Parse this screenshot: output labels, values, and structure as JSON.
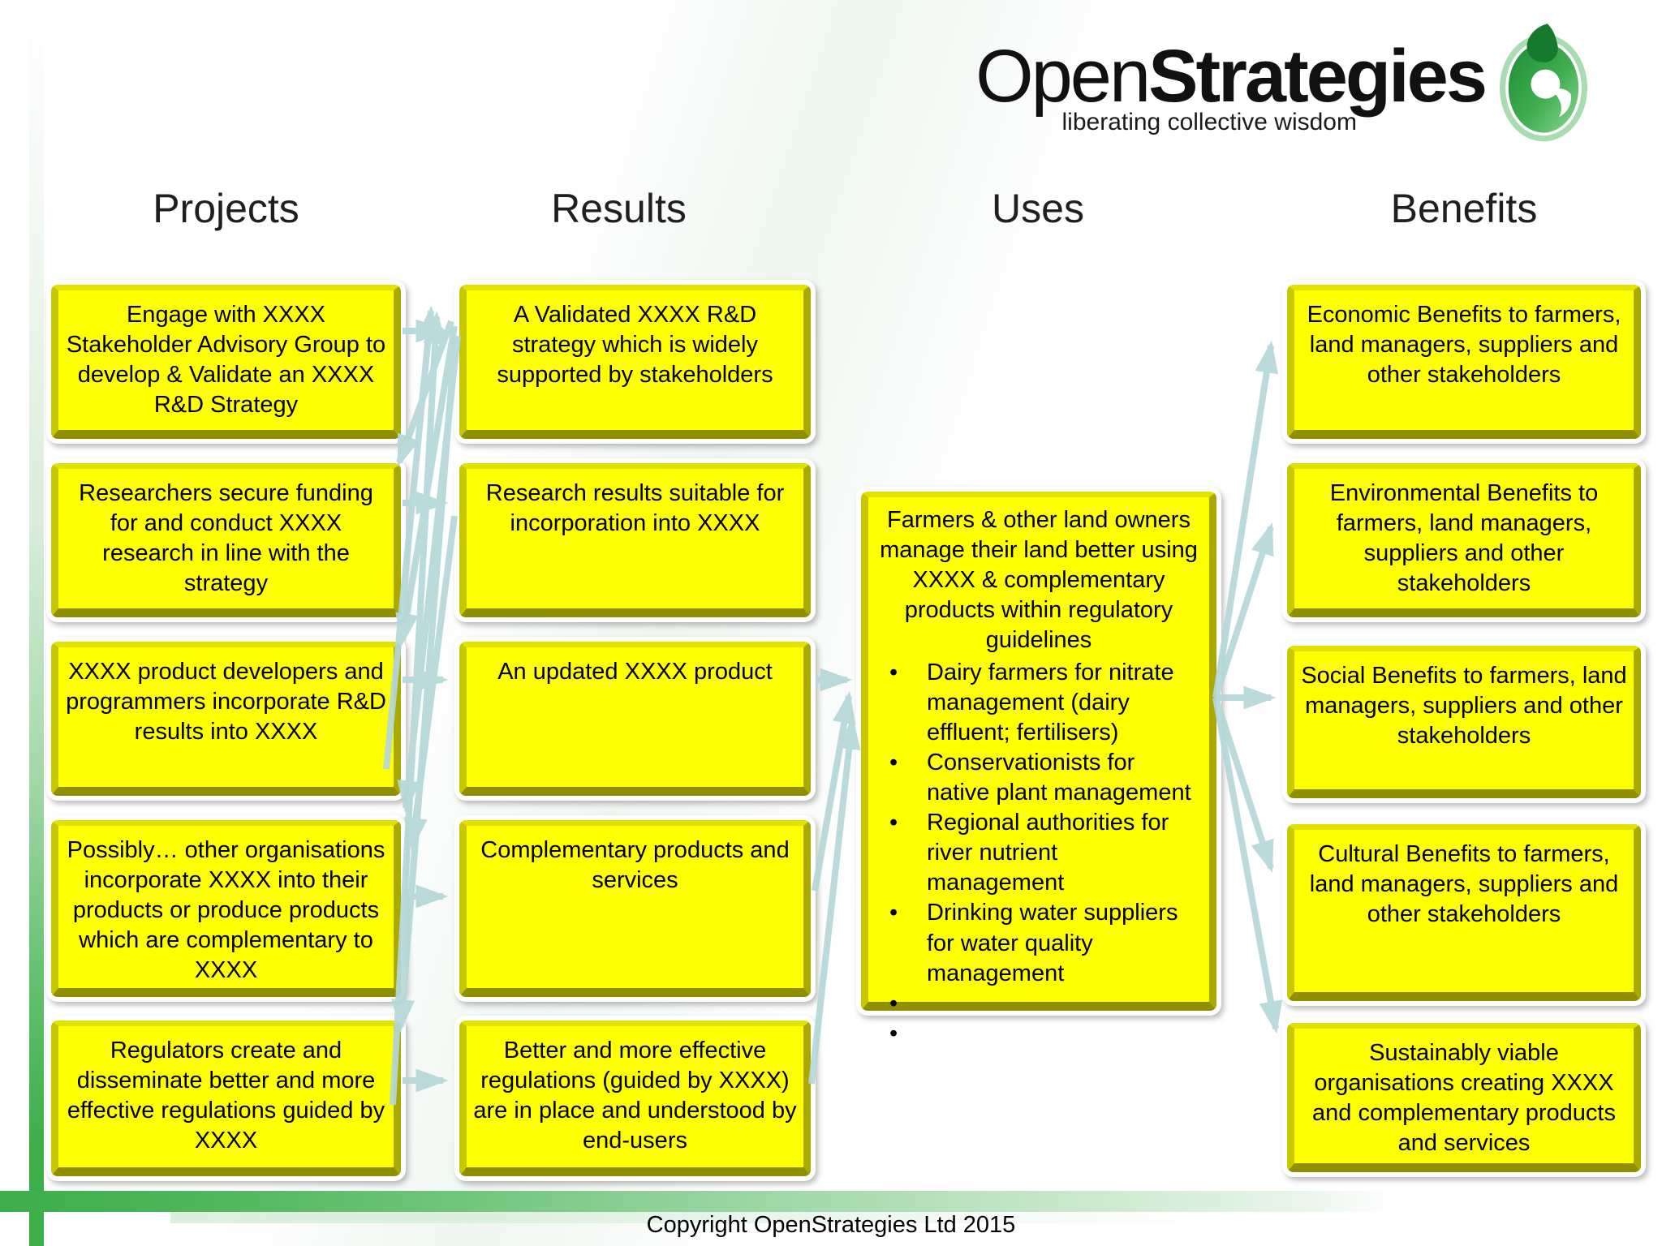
{
  "logo": {
    "word_regular": "Open",
    "word_bold": "Strategies",
    "tagline": "liberating collective wisdom"
  },
  "headers": [
    "Projects",
    "Results",
    "Uses",
    "Benefits"
  ],
  "projects": [
    "Engage with XXXX Stakeholder Advisory Group to develop & Validate an XXXX R&D Strategy",
    "Researchers secure funding for and conduct XXXX research in line with the strategy",
    "XXXX product developers and programmers incorporate R&D results into XXXX",
    "Possibly… other organisations incorporate XXXX into their products or produce products which are complementary to XXXX",
    "Regulators create and disseminate better and more effective regulations guided by XXXX"
  ],
  "results": [
    "A Validated XXXX R&D strategy which is widely supported by stakeholders",
    "Research results suitable for incorporation into XXXX",
    "An updated XXXX product",
    "Complementary products and services",
    "Better and more effective regulations (guided by XXXX) are in place and understood by end-users"
  ],
  "uses": {
    "intro": "Farmers & other land owners manage their land better using XXXX & complementary products within regulatory guidelines",
    "bullets": [
      "Dairy farmers for nitrate management (dairy effluent; fertilisers)",
      "Conservationists for native plant management",
      "Regional authorities for river nutrient management",
      "Drinking water suppliers for water quality management",
      "",
      ""
    ]
  },
  "benefits": [
    "Economic Benefits to farmers, land managers, suppliers and other stakeholders",
    "Environmental Benefits to farmers, land managers, suppliers and other stakeholders",
    "Social Benefits to farmers, land managers, suppliers and other stakeholders",
    "Cultural Benefits to farmers, land managers, suppliers and other stakeholders",
    "Sustainably viable organisations creating XXXX and complementary products and services"
  ],
  "footer": {
    "copyright": "Copyright OpenStrategies Ltd 2015"
  },
  "colors": {
    "box_fill": "#ffff00",
    "box_bevel_dark": "#8f8f00",
    "arrow": "#b5d7d9",
    "brand_green": "#3cae4a",
    "text": "#000000"
  }
}
